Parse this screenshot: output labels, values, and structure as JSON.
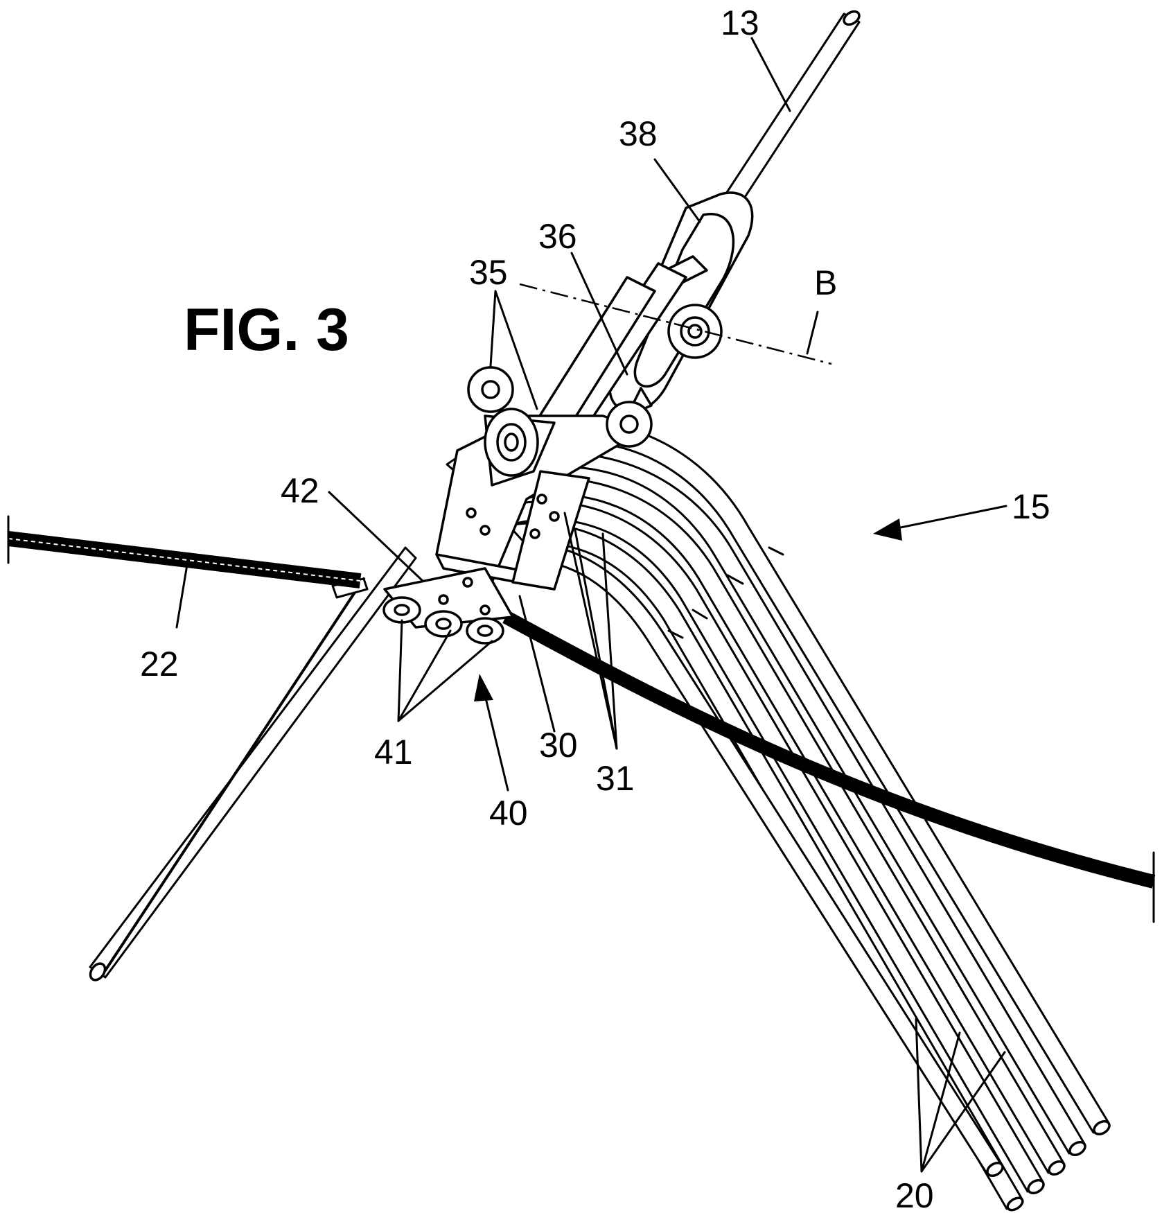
{
  "figure": {
    "title": "FIG. 3"
  },
  "reference_labels": {
    "l13": "13",
    "l38": "38",
    "l36": "36",
    "l35": "35",
    "lB": "B",
    "l42": "42",
    "l15": "15",
    "l22": "22",
    "l41": "41",
    "l40": "40",
    "l30": "30",
    "l31": "31",
    "l20": "20"
  }
}
